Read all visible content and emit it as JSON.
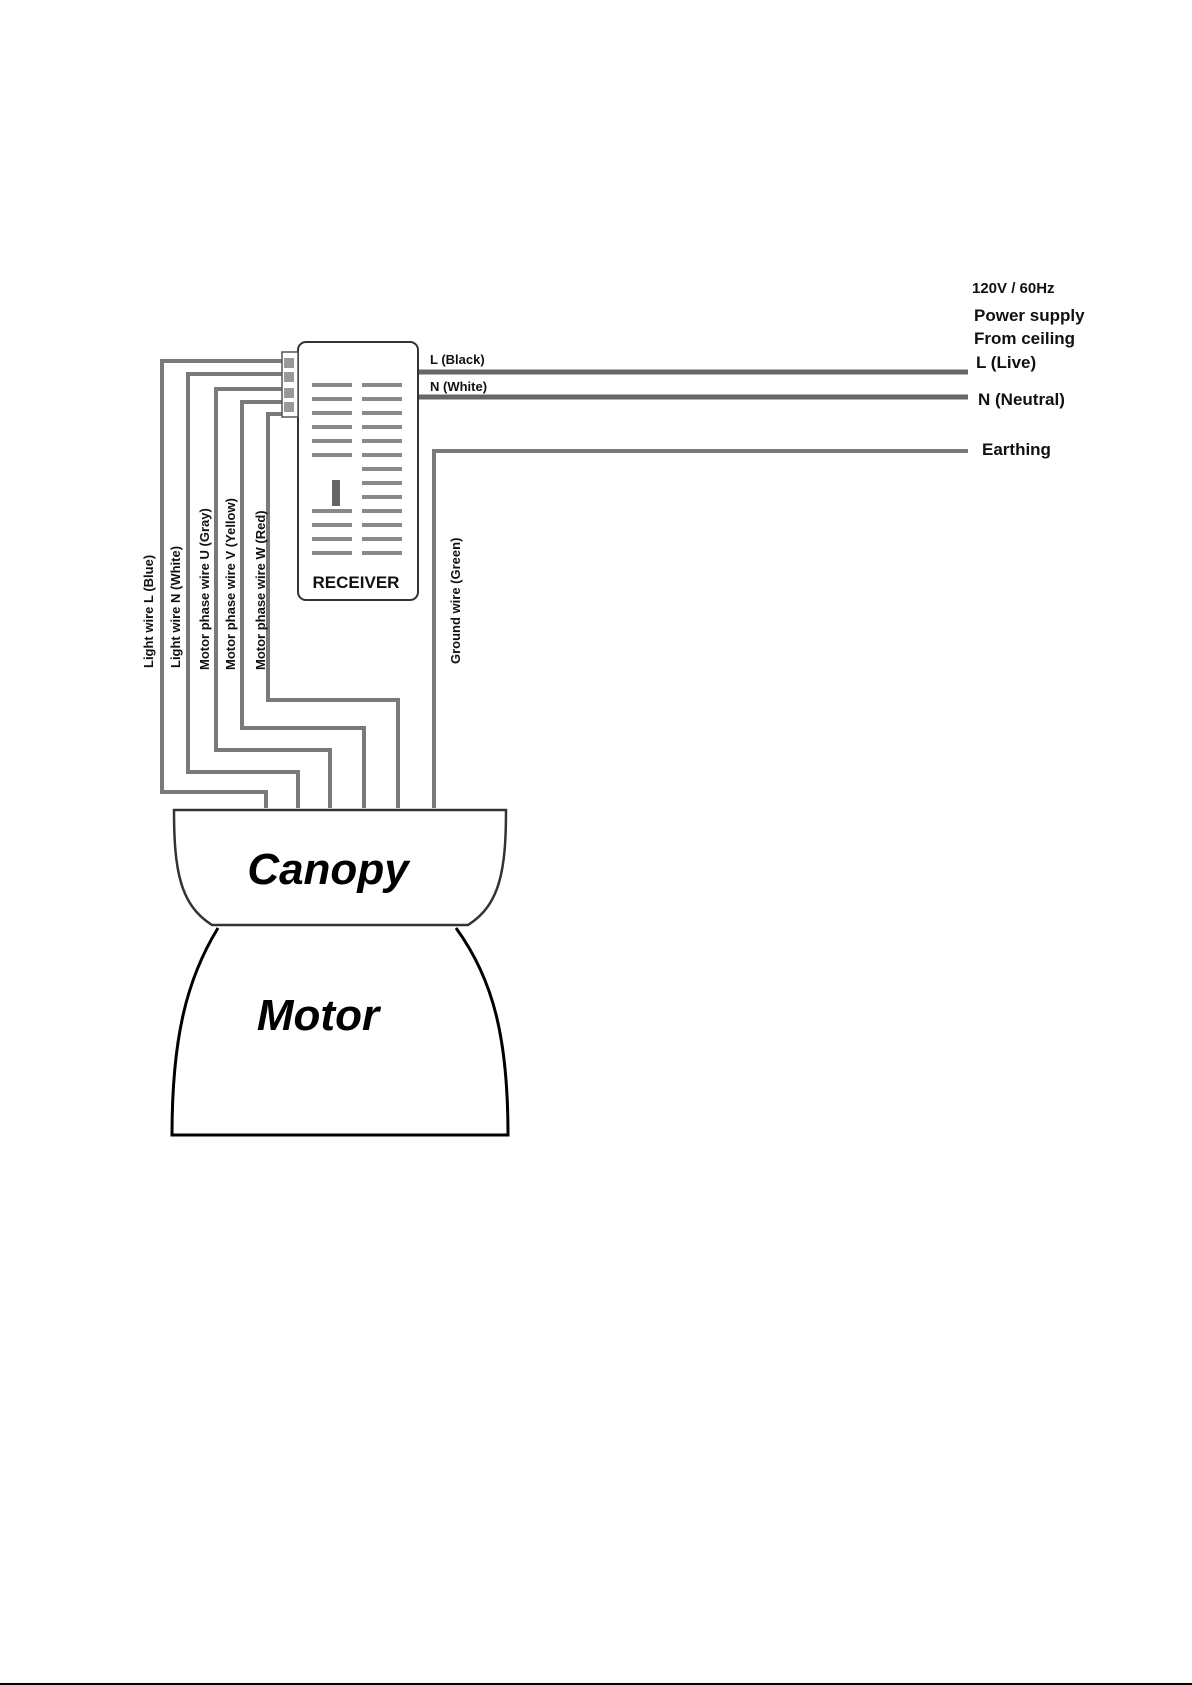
{
  "supply": {
    "voltage": "120V / 60Hz",
    "line1": "Power supply",
    "line2": "From ceiling",
    "live": "L (Live)",
    "neutral": "N (Neutral)",
    "earthing": "Earthing"
  },
  "receiver": {
    "label": "RECEIVER",
    "input_l": "L (Black)",
    "input_n": "N (White)"
  },
  "wires": {
    "light_l": "Light wire L (Blue)",
    "light_n": "Light wire N (White)",
    "motor_u": "Motor phase wire U (Gray)",
    "motor_v": "Motor phase wire V (Yellow)",
    "motor_w": "Motor phase wire W (Red)",
    "ground": "Ground wire (Green)"
  },
  "components": {
    "canopy": "Canopy",
    "motor": "Motor"
  }
}
